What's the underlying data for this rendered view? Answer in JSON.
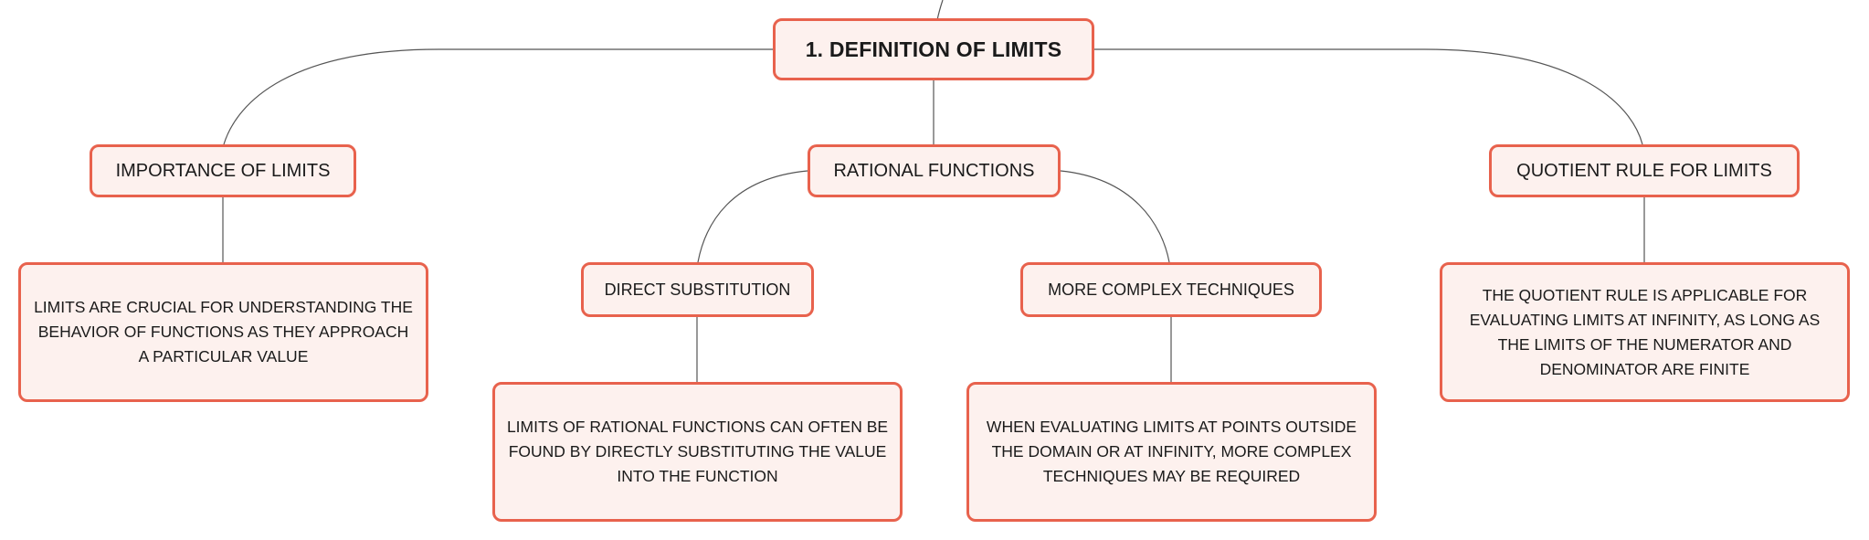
{
  "diagram": {
    "root": {
      "label": "1. DEFINITION OF LIMITS"
    },
    "branches": [
      {
        "label": "IMPORTANCE OF LIMITS",
        "detail": "LIMITS ARE CRUCIAL FOR UNDERSTANDING THE BEHAVIOR OF FUNCTIONS AS THEY APPROACH A PARTICULAR VALUE"
      },
      {
        "label": "RATIONAL FUNCTIONS",
        "children": [
          {
            "label": "DIRECT SUBSTITUTION",
            "detail": "LIMITS OF RATIONAL FUNCTIONS CAN OFTEN BE FOUND BY DIRECTLY SUBSTITUTING THE VALUE INTO THE FUNCTION"
          },
          {
            "label": "MORE COMPLEX TECHNIQUES",
            "detail": "WHEN EVALUATING LIMITS AT POINTS OUTSIDE THE DOMAIN OR AT INFINITY, MORE COMPLEX TECHNIQUES MAY BE REQUIRED"
          }
        ]
      },
      {
        "label": "QUOTIENT RULE FOR LIMITS",
        "detail": "THE QUOTIENT RULE IS APPLICABLE FOR EVALUATING LIMITS AT INFINITY, AS LONG AS THE LIMITS OF THE NUMERATOR AND DENOMINATOR ARE FINITE"
      }
    ]
  },
  "colors": {
    "node_border": "#e8624d",
    "node_fill": "#fdf1ee",
    "connector": "#555555",
    "text": "#1a1a1a"
  }
}
